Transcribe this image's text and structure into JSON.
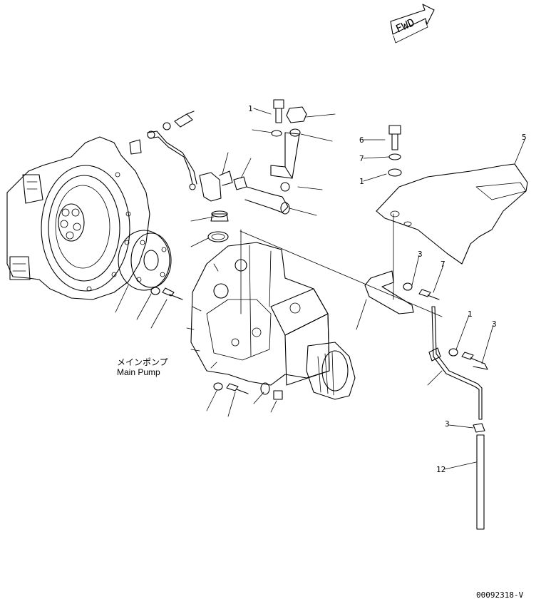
{
  "diagram": {
    "direction_arrow_label": "FWD",
    "main_pump_label_jp": "メインポンプ",
    "main_pump_label_en": "Main Pump",
    "drawing_number": "00092318-V",
    "callouts": [
      "1",
      "6",
      "7",
      "5",
      "1",
      "3",
      "7",
      "1",
      "3",
      "3",
      "12"
    ]
  }
}
